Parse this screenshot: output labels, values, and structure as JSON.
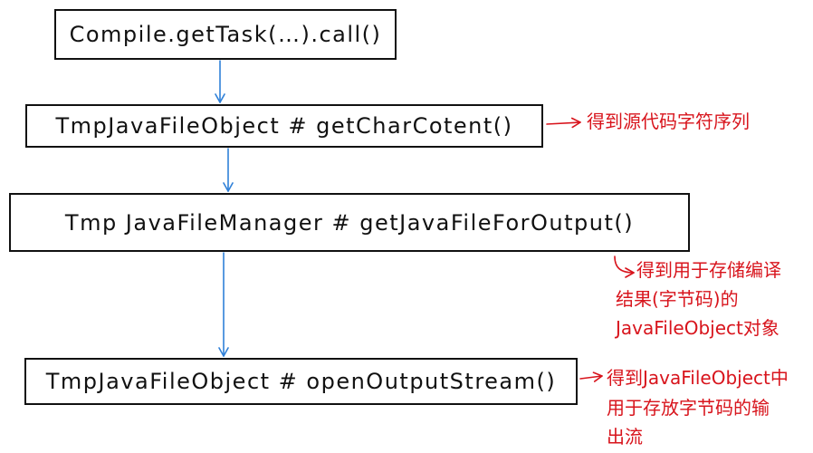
{
  "nodes": [
    {
      "label": "Compile.getTask(…).call()"
    },
    {
      "label": "TmpJavaFileObject # getCharCotent()"
    },
    {
      "label": "Tmp JavaFileManager # getJavaFileForOutput()"
    },
    {
      "label": "TmpJavaFileObject # openOutputStream()"
    }
  ],
  "annotations": [
    {
      "lines": [
        "得到源代码字符序列"
      ]
    },
    {
      "lines": [
        "得到用于存储编译",
        "结果(字节码)的",
        "JavaFileObject对象"
      ]
    },
    {
      "lines": [
        "得到JavaFileObject中",
        "用于存放字节码的输",
        "出流"
      ]
    }
  ],
  "colors": {
    "flow_arrow": "#2f80d8",
    "annotation": "#d8141c",
    "box_border": "#111111",
    "text": "#111111",
    "background": "#ffffff"
  }
}
